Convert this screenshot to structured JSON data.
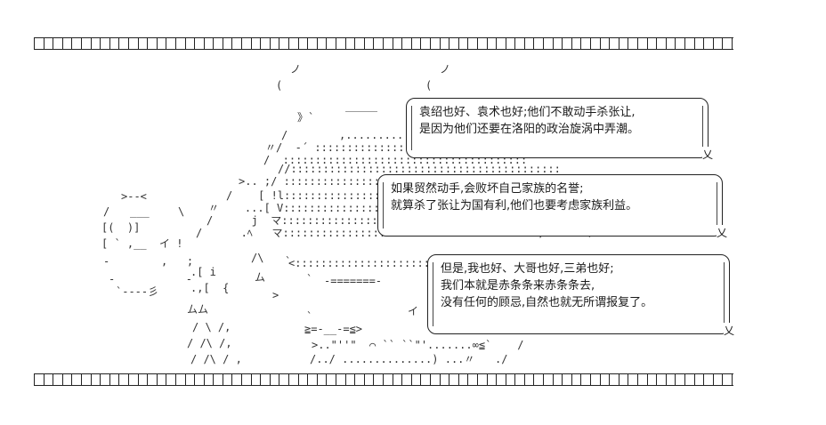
{
  "frame": {
    "top_count": 75,
    "bottom_count": 75
  },
  "bubbles": [
    {
      "lines": [
        "袁绍也好、袁术也好;他们不敢动手杀张让,",
        "是因为他们还要在洛阳的政治旋涡中弄潮。"
      ],
      "tail": "乂"
    },
    {
      "lines": [
        "如果贸然动手,会败坏自己家族的名誉;",
        "就算杀了张让为国有利,他们也要考虑家族利益。"
      ],
      "tail": "乂"
    },
    {
      "lines": [
        "但是,我也好、大哥也好,三弟也好;",
        "我们本就是赤条条来赤条条去,",
        "没有任何的顾忌,自然也就无所谓报复了。"
      ],
      "tail": "乂"
    }
  ],
  "art": {
    "top_strokes": [
      "ノ",
      "(",
      "ノ",
      "("
    ],
    "head_brow": "＿＿＿",
    "face_lines": [
      ">--<",
      "___",
      "[(  )]",
      "[ ` ,__  イ !",
      "-           ,",
      "`----彡"
    ],
    "body_marks": [
      "ム",
      "/ \\ /,",
      "/ /\\ /,",
      "/ /\\ / ,"
    ],
    "mouth": "<::::::::::::::::::::::::::::>",
    "chin": "-=======-",
    "beard": "≧=-__-=≦>",
    "bottom_line": "/../ ..............) ...〃"
  }
}
